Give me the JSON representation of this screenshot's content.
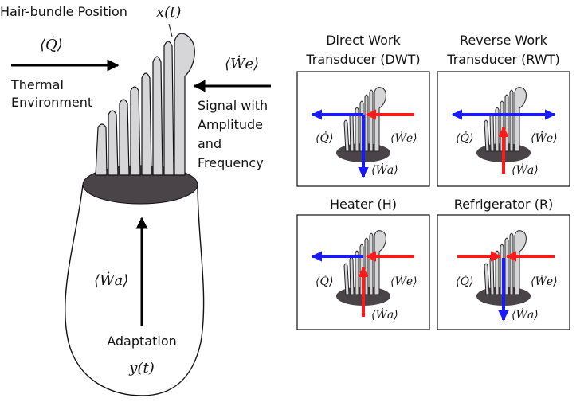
{
  "main": {
    "hair_bundle_label": "Hair-bundle Position",
    "position_symbol": "x(t)",
    "heat_symbol": "⟨Q̇⟩",
    "thermal_line1": "Thermal",
    "thermal_line2": "Environment",
    "external_work_symbol": "⟨Ẇe⟩",
    "signal_lines": [
      "Signal with",
      "Amplitude",
      "and",
      "Frequency"
    ],
    "active_work_symbol": "⟨Ẇa⟩",
    "adaptation_label": "Adaptation",
    "adaptation_symbol": "y(t)"
  },
  "colors": {
    "heat_flow_out": "#1a1aff",
    "heat_flow_in": "#ff1a1a",
    "cell_top": "#4a4448",
    "stereocilia": "#d6d6d8"
  },
  "panels": [
    {
      "title_lines": [
        "Direct Work",
        "Transducer (DWT)"
      ],
      "q_label": "⟨Q̇⟩",
      "we_label": "⟨Ẇe⟩",
      "wa_label": "⟨Ẇa⟩",
      "horizontal": "blue-left-red-right-inward",
      "vertical": "blue-down"
    },
    {
      "title_lines": [
        "Reverse Work",
        "Transducer (RWT)"
      ],
      "q_label": "⟨Q̇⟩",
      "we_label": "⟨Ẇe⟩",
      "wa_label": "⟨Ẇa⟩",
      "horizontal": "blue-both-outward",
      "vertical": "red-up"
    },
    {
      "title_lines": [
        "Heater (H)"
      ],
      "q_label": "⟨Q̇⟩",
      "we_label": "⟨Ẇe⟩",
      "wa_label": "⟨Ẇa⟩",
      "horizontal": "blue-left-red-right-inward",
      "vertical": "red-up"
    },
    {
      "title_lines": [
        "Refrigerator (R)"
      ],
      "q_label": "⟨Q̇⟩",
      "we_label": "⟨Ẇe⟩",
      "wa_label": "⟨Ẇa⟩",
      "horizontal": "red-both-inward",
      "vertical": "blue-down"
    }
  ]
}
